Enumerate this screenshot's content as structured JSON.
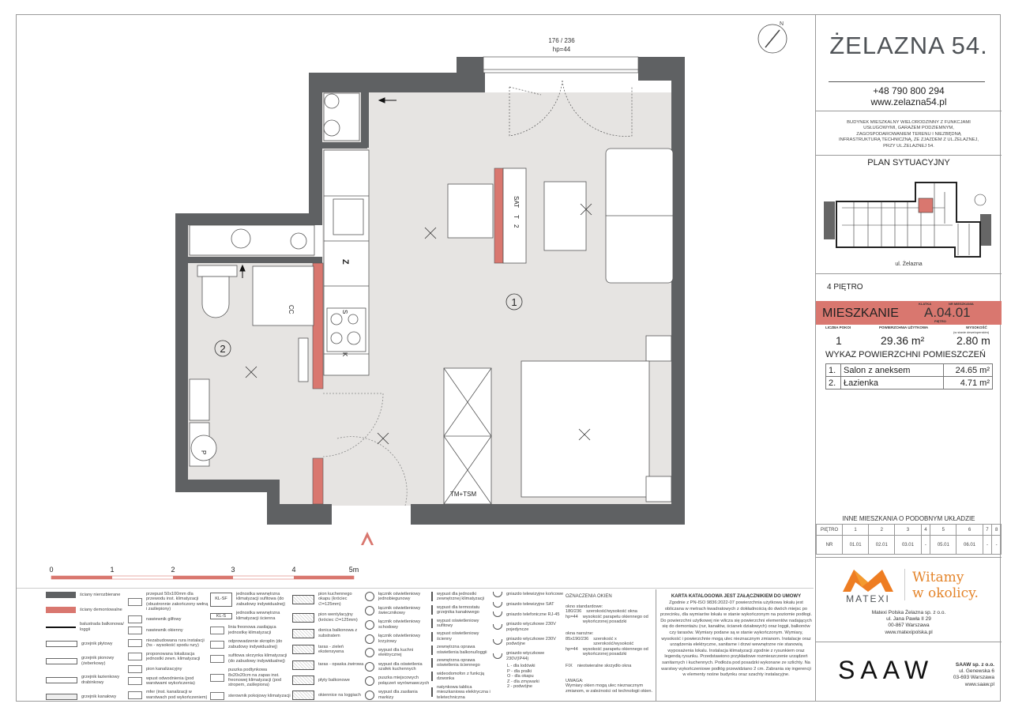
{
  "header": {
    "title": "ŻELAZNA 54.",
    "phone": "+48 790 800 294",
    "website": "www.zelazna54.pl",
    "description": "BUDYNEK MIESZKALNY WIELORODZINNY Z FUNKCJAMI USŁUGOWYMI, GARAŻEM PODZIEMNYM, ZAGOSPODAROWANIEM TERENU I NIEZBĘDNĄ INFRASTRUKTURĄ TECHNICZNĄ, ZE ZJAZDEM Z UL.ŻELAZNEJ, PRZY UL.ŻELAZNEJ 54."
  },
  "site_plan": {
    "title": "PLAN SYTUACYJNY",
    "street": "ul. Żelazna"
  },
  "floor": "4 PIĘTRO",
  "apartment": {
    "label": "MIESZKANIE",
    "klatka_label": "KLATKA",
    "nr_label": "NR MIESZKANIA",
    "pietro_label": "PIĘTRO",
    "code": "A.04.01",
    "rooms_label": "LICZBA POKOI",
    "rooms": "1",
    "area_label": "POWIERZCHNIA UŻYTKOWA",
    "area": "29.36 m²",
    "height_label": "WYSOKOŚĆ",
    "height_note": "(w stanie deweloperskim)",
    "height": "2.80 m",
    "accent": "#d9776f"
  },
  "room_list": {
    "title": "WYKAZ POWIERZCHNI POMIESZCZEŃ",
    "rows": [
      {
        "no": "1.",
        "name": "Salon z aneksem",
        "area": "24.65 m²"
      },
      {
        "no": "2.",
        "name": "Łazienka",
        "area": "4.71 m²"
      }
    ]
  },
  "similar": {
    "title": "INNE MIESZKANIA O PODOBNYM UKŁADZIE",
    "floor_label": "PIĘTRO",
    "nr_label": "NR",
    "floors": [
      "1",
      "2",
      "3",
      "4",
      "5",
      "6",
      "7",
      "8"
    ],
    "numbers": [
      "01.01",
      "02.01",
      "03.01",
      "-",
      "05.01",
      "06.01",
      "-",
      "-"
    ]
  },
  "matexi": {
    "logo": "MATEXI",
    "slogan_1": "Witamy",
    "slogan_2": "w okolicy.",
    "company": "Matexi Polska Żelazna sp. z o.o.",
    "street": "ul. Jana Pawła II 29",
    "city": "00-867 Warszawa",
    "web": "www.matexipolska.pl"
  },
  "saaw": {
    "logo": "SAAW",
    "company": "SAAW sp. z o.o.",
    "street": "ul. Genewska 6",
    "city": "03-693 Warszawa",
    "web": "www.saaw.pl"
  },
  "plan": {
    "window_size": "176 / 236",
    "window_hp": "hp=44",
    "room_1": "1",
    "room_2": "2",
    "tv_sat": "SAT",
    "tv_t": "T",
    "socket_2": "2",
    "wardrobe_label": "TM+TSM",
    "cc": "CC",
    "s": "S",
    "k": "K",
    "z": "Z",
    "p": "P",
    "scale": [
      "0",
      "1",
      "2",
      "3",
      "4",
      "5m"
    ],
    "wall_color": "#5f6163",
    "demolish_color": "#d9776f",
    "floor_color": "#e6e4e2"
  },
  "legend": {
    "col1": [
      "ściany nierozbierane",
      "ściany demontowalne",
      "balustrada balkonowa/ loggii",
      "grzejnik płytowy",
      "grzejnik pionowy (żeberkowy)",
      "grzejnik łazienkowy drabinkowy",
      "grzejnik kanałowy"
    ],
    "col2": [
      "przepust 50x100mm dla przewodu inst. klimatyzacji (obustronnie zakończony wełną i zaślepiony)",
      "nawiewnik gilfowy",
      "nawiewnik okienny",
      "niezabudowana rura instalacji (hs - wysokość spodu rury)",
      "proponowana lokalizacja jednostki zewn. klimatyzacji",
      "pion kanalizacyjny",
      "wpust odwodnienia (pod warstwami wykończenia)",
      "mfer (inst. kanalizacji w warstwach pod wykończeniem)"
    ],
    "col3": [
      "jednostka wewnętrzna klimatyzacji sufitowa (do zabudowy indywidualnej)",
      "jednostka wewnętrzna klimatyzacji ścienna",
      "linia freonowa zasilająca jednostkę klimatyzacji",
      "odprowadzenie skroplin (do zabudowy indywidualnej)",
      "sufitowa skrzynka klimatyzacji (do zabudowy indywidualnej)",
      "puszka podtynkowa 8x20x20cm na zapas inst. freonowej klimatyzacji (pod stropem, zaślepiona)",
      "sterownik pokojowy klimatyzacji"
    ],
    "col3_symbols": [
      "KL-SF",
      "KL-S"
    ],
    "col4": [
      "pion kuchennego okapu (króciec ∅=125mm)",
      "pion wentylacyjny (króciec ∅=125mm)",
      "donica balkonowa z substratem",
      "taras - zieleń ekstensywna",
      "taras - opaska żwirowa",
      "płyty balkonowe",
      "okiennice na loggiach"
    ],
    "col5": [
      "łącznik oświetleniowy jednobiegunowy",
      "łącznik oświetleniowy świecznikowy",
      "łącznik oświetleniowy schodowy",
      "łącznik oświetleniowy krzyżowy",
      "wypust dla kuchni elektrycznej",
      "wypust dla oświetlenia szafek kuchennych",
      "puszka miejscowych połączeń wyrównawczych",
      "wypust dla zasilania markizy"
    ],
    "col6": [
      "wypust dla jednostki zewnętrznej klimatyzacji",
      "wypust dla termostatu grzejnika kanałowego",
      "wypust oświetleniowy sufitowy",
      "wypust oświetleniowy ścienny",
      "zewnętrzna oprawa oświetlenia balkonu/loggii",
      "zewnętrzna oprawa oświetlenia ściennego",
      "wideodomofon z funkcją dzwonka",
      "natynkowa tablica mieszkaniowa elektryczna i teletechniczna"
    ],
    "col7": [
      "gniazdo telewizyjne końcowe",
      "gniazdo telewizyjne SAT",
      "gniazdo telefoniczne RJ-45",
      "gniazdo wtyczkowe 230V pojedyncze",
      "gniazdo wtyczkowe 230V podwójne",
      "gniazdo wtyczkowe 230V(IP44)"
    ],
    "col7_notes": [
      "L - dla lodówki",
      "P - dla pralki",
      "O - dla okapu",
      "Z - dla zmywarki",
      "2 - podwójne"
    ],
    "windows": {
      "title": "OZNACZENIA OKIEN",
      "standard": "okno standardowe:",
      "std_code": "180/236",
      "std_desc": "szerokość/wysokość okna",
      "hp": "hp=44",
      "hp_desc": "wysokość parapetu okiennego od wykończonej posadzki",
      "corner": "okna narożne:",
      "corner_code": "85x190/236",
      "corner_desc": "szerokość x szerokość/wysokość",
      "fix": "FIX",
      "fix_desc": "nieotwieralne skrzydło okna",
      "note_title": "UWAGA:",
      "note": "Wymiary okien mogą ulec nieznacznym zmianom, w zależności od technologii okien."
    },
    "card": {
      "title": "KARTA KATALOGOWA JEST ZAŁĄCZNIKIEM DO UMOWY",
      "text": "Zgodnie z PN-ISO 9836:2022-07 powierzchnia użytkowa lokalu jest obliczana w metrach kwadratowych z dokładnością do dwóch miejsc po przecinku, dla wymiarów lokalu w stanie wykończonym na poziomie podłogi. Do powierzchni użytkowej nie wlicza się powierzchni elementów nadających się do demontażu (rur, kanałów, ścianek działowych) oraz loggii, balkonów czy tarasów. Wymiary podane są w stanie wykończonym. Wymiary, wysokość i powierzchnie mogą ulec nieznacznym zmianom. Instalacje oraz urządzenia elektryczne, sanitarne i drzwi wewnętrzne nie stanowią wyposażenia lokalu. Instalacja klimatyzacji zgodnie z rysunkiem oraz legendą rysunku. Przedstawiono przykładowe rozmieszczenie urządzeń sanitarnych i kuchennych. Podłoża pod posadzki wykonane ze szlichty. Na warstwy wykończeniowe podłóg przewidziano 2 cm. Zabrania się ingerencji w elementy nośne budynku oraz szachty instalacyjne."
    }
  }
}
